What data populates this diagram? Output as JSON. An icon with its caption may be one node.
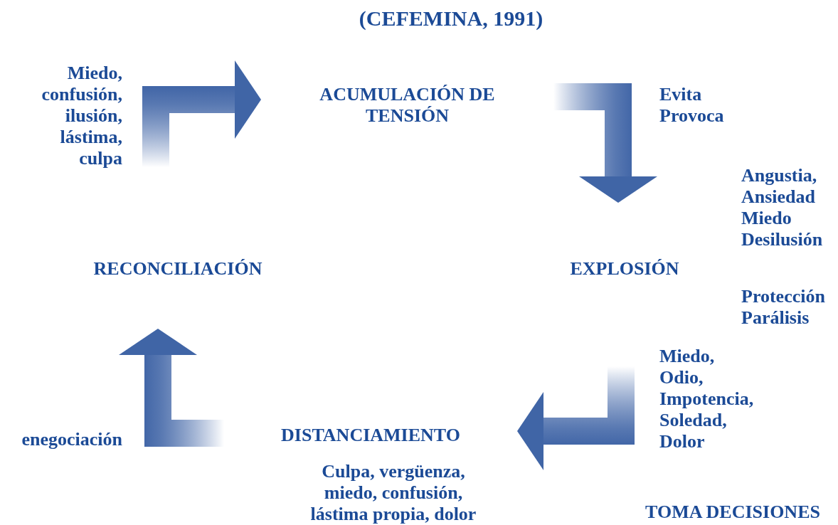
{
  "diagram": {
    "title": "(CEFEMINA, 1991)",
    "nodes": [
      {
        "text": [
          "ACUMULACIÓN DE TENSIÓN"
        ]
      },
      {
        "text": [
          "EXPLOSIÓN"
        ]
      },
      {
        "text": [
          "DISTANCIAMIENTO"
        ]
      },
      {
        "text": [
          "RECONCILIACIÓN"
        ]
      }
    ],
    "edges": [
      {
        "from": null,
        "to": 0,
        "arrow": "to",
        "style": "thick"
      },
      {
        "from": null,
        "to": 1,
        "arrow": "to",
        "style": "thick"
      },
      {
        "from": null,
        "to": 2,
        "arrow": "to",
        "style": "thick"
      },
      {
        "from": null,
        "to": 3,
        "arrow": "to",
        "style": "thick"
      }
    ],
    "labels": [
      "Miedo, confusión, ilusión, lástima, culpa",
      "Evita Provoca",
      "Angustia, Ansiedad Miedo Desilusión",
      "Protección Parálisis",
      "Miedo, Odio, Impotencia, Soledad, Dolor",
      "enegociación",
      "Culpa, vergüenza, miedo, confusión, lástima propia, dolor",
      "TOMA DECISIONES"
    ]
  }
}
